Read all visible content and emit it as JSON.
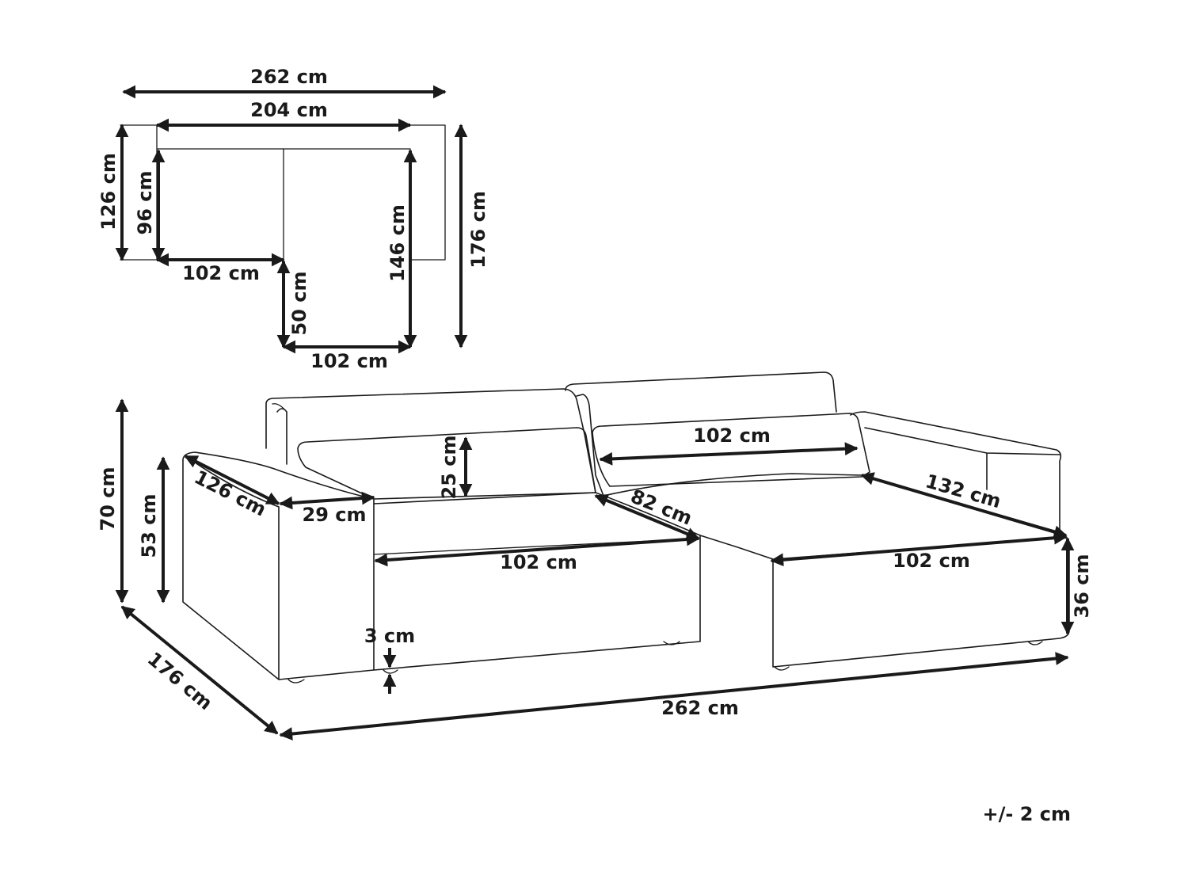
{
  "labels": {
    "top_width": "262 cm",
    "top_inner_width": "204 cm",
    "top_left_depth": "126 cm",
    "top_left_inner_depth": "96 cm",
    "top_left_seat_width": "102 cm",
    "top_notch_depth": "50 cm",
    "top_chaise_width": "102 cm",
    "top_chaise_inner_depth": "146 cm",
    "top_total_depth": "176 cm",
    "height_total": "70 cm",
    "height_arm": "53 cm",
    "arm_depth": "126 cm",
    "arm_width": "29 cm",
    "cushion_height": "25 cm",
    "cushion_width": "102 cm",
    "back_seat_depth": "82 cm",
    "chaise_length": "132 cm",
    "seat_width_left": "102 cm",
    "seat_width_right": "102 cm",
    "seat_height": "36 cm",
    "leg_height": "3 cm",
    "side_depth": "176 cm",
    "front_width": "262 cm"
  },
  "tolerance": "+/- 2 cm"
}
